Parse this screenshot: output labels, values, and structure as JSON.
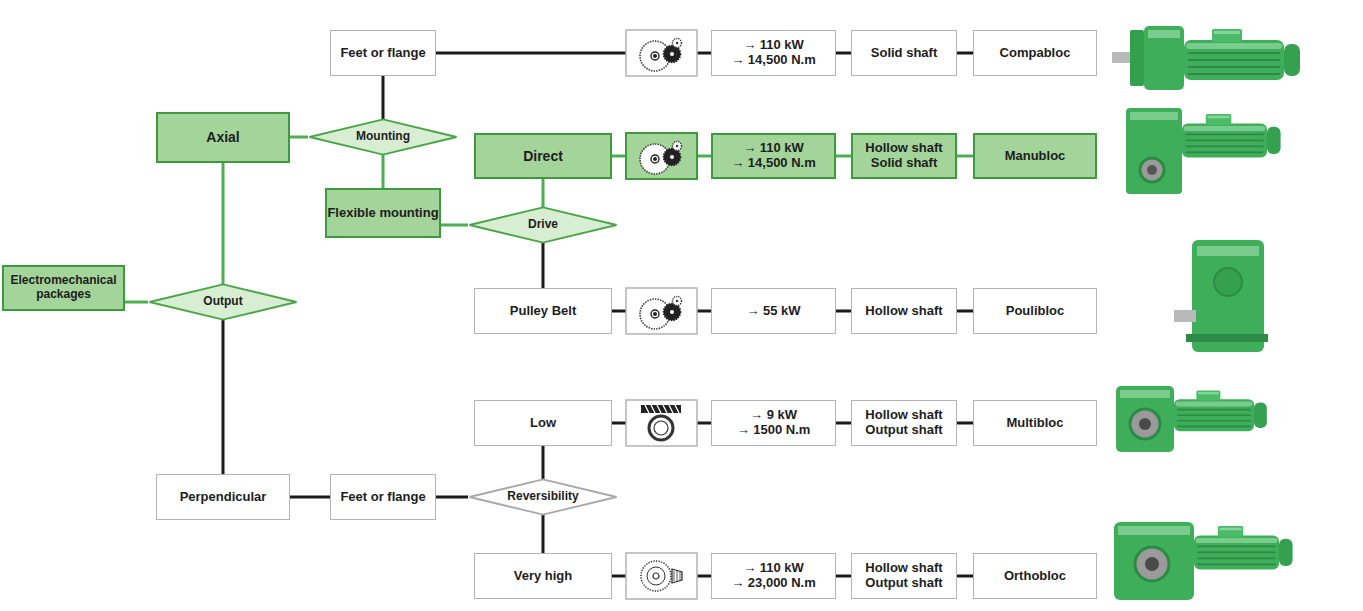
{
  "diagram": {
    "nodes": [
      {
        "text": [
          "Electromechanical packages"
        ]
      },
      {
        "text": [
          "Output"
        ]
      },
      {
        "text": [
          "Axial"
        ]
      },
      {
        "text": [
          "Mounting"
        ]
      },
      {
        "text": [
          "Feet or flange"
        ]
      },
      {
        "text": [
          "→ 110 kW",
          "→ 14,500 N.m"
        ]
      },
      {
        "text": [
          "Solid shaft"
        ]
      },
      {
        "text": [
          "Compabloc"
        ]
      },
      {
        "text": [
          "Direct"
        ]
      },
      {
        "text": [
          "→ 110 kW",
          "→ 14,500 N.m"
        ]
      },
      {
        "text": [
          "Hollow shaft",
          "Solid shaft"
        ]
      },
      {
        "text": [
          "Manubloc"
        ]
      },
      {
        "text": [
          "Flexible mounting"
        ]
      },
      {
        "text": [
          "Drive"
        ]
      },
      {
        "text": [
          "Pulley Belt"
        ]
      },
      {
        "text": [
          "→ 55 kW"
        ]
      },
      {
        "text": [
          "Hollow shaft"
        ]
      },
      {
        "text": [
          "Poulibloc"
        ]
      },
      {
        "text": [
          "Perpendicular"
        ]
      },
      {
        "text": [
          "Feet or flange"
        ]
      },
      {
        "text": [
          "Reversibility"
        ]
      },
      {
        "text": [
          "Low"
        ]
      },
      {
        "text": [
          "→ 9 kW",
          "→ 1500 N.m"
        ]
      },
      {
        "text": [
          "Hollow shaft",
          "Output shaft"
        ]
      },
      {
        "text": [
          "Multibloc"
        ]
      },
      {
        "text": [
          "Very high"
        ]
      },
      {
        "text": [
          "→ 110 kW",
          "→ 23,000 N.m"
        ]
      },
      {
        "text": [
          "Hollow shaft",
          "Output shaft"
        ]
      },
      {
        "text": [
          "Orthobloc"
        ]
      }
    ],
    "edges": [
      {
        "from": 0,
        "to": 1,
        "arrow": "none"
      },
      {
        "from": 1,
        "to": 2,
        "arrow": "none"
      },
      {
        "from": 2,
        "to": 3,
        "arrow": "none"
      },
      {
        "from": 3,
        "to": 4,
        "arrow": "none"
      },
      {
        "from": 4,
        "to": 5,
        "arrow": "none"
      },
      {
        "from": 5,
        "to": 6,
        "arrow": "none"
      },
      {
        "from": 6,
        "to": 7,
        "arrow": "none"
      },
      {
        "from": 3,
        "to": 12,
        "arrow": "none"
      },
      {
        "from": 12,
        "to": 13,
        "arrow": "none"
      },
      {
        "from": 13,
        "to": 8,
        "arrow": "none"
      },
      {
        "from": 8,
        "to": 9,
        "arrow": "none"
      },
      {
        "from": 9,
        "to": 10,
        "arrow": "none"
      },
      {
        "from": 10,
        "to": 11,
        "arrow": "none"
      },
      {
        "from": 13,
        "to": 14,
        "arrow": "none"
      },
      {
        "from": 14,
        "to": 15,
        "arrow": "none"
      },
      {
        "from": 15,
        "to": 16,
        "arrow": "none"
      },
      {
        "from": 16,
        "to": 17,
        "arrow": "none"
      },
      {
        "from": 1,
        "to": 18,
        "arrow": "none"
      },
      {
        "from": 18,
        "to": 19,
        "arrow": "none"
      },
      {
        "from": 19,
        "to": 20,
        "arrow": "none"
      },
      {
        "from": 20,
        "to": 21,
        "arrow": "none"
      },
      {
        "from": 21,
        "to": 22,
        "arrow": "none"
      },
      {
        "from": 22,
        "to": 23,
        "arrow": "none"
      },
      {
        "from": 23,
        "to": 24,
        "arrow": "none"
      },
      {
        "from": 20,
        "to": 25,
        "arrow": "none"
      },
      {
        "from": 25,
        "to": 26,
        "arrow": "none"
      },
      {
        "from": 26,
        "to": 27,
        "arrow": "none"
      },
      {
        "from": 27,
        "to": 28,
        "arrow": "none"
      }
    ]
  }
}
